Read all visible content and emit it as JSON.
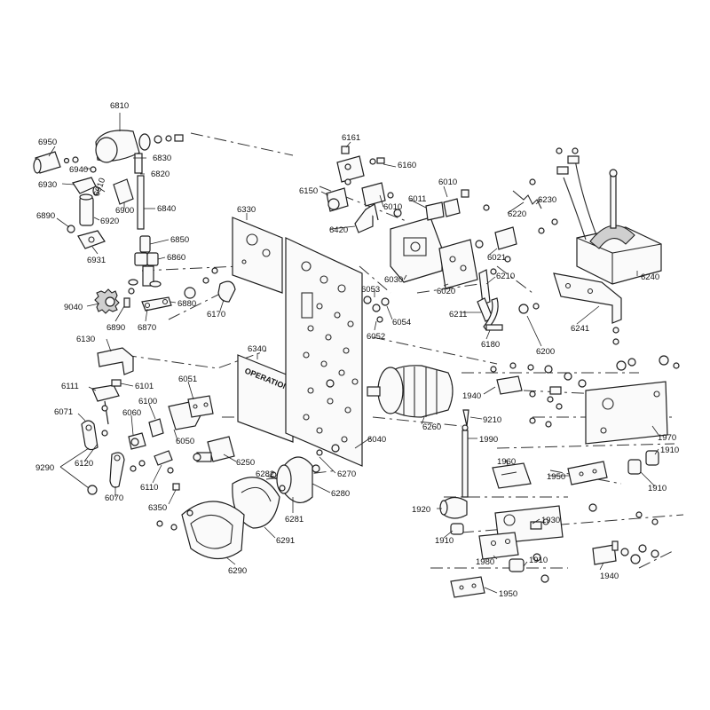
{
  "operation_text": "OPERATION",
  "labels": {
    "p6810": "6810",
    "p6950": "6950",
    "p6830": "6830",
    "p6940": "6940",
    "p6820": "6820",
    "p6930": "6930",
    "p6910": "6910",
    "p6900": "6900",
    "p6840": "6840",
    "p6920": "6920",
    "p6890a": "6890",
    "p6931": "6931",
    "p6850": "6850",
    "p6860": "6860",
    "p9040": "9040",
    "p6890b": "6890",
    "p6870": "6870",
    "p6880": "6880",
    "p6130": "6130",
    "p6111": "6111",
    "p6101": "6101",
    "p6071": "6071",
    "p6060": "6060",
    "p6100": "6100",
    "p6050": "6050",
    "p6051": "6051",
    "p9290": "9290",
    "p6120": "6120",
    "p6070": "6070",
    "p6110": "6110",
    "p6350": "6350",
    "p6250": "6250",
    "p6330": "6330",
    "p6340": "6340",
    "p6170": "6170",
    "p6161": "6161",
    "p6160": "6160",
    "p6150": "6150",
    "p6010a": "6010",
    "p6010b": "6010",
    "p6011": "6011",
    "p6420": "6420",
    "p6030": "6030",
    "p6020": "6020",
    "p6021": "6021",
    "p6220": "6220",
    "p6230": "6230",
    "p6210": "6210",
    "p6211": "6211",
    "p6180": "6180",
    "p6200": "6200",
    "p6240": "6240",
    "p6241": "6241",
    "p6053": "6053",
    "p6054": "6054",
    "p6052": "6052",
    "p6040": "6040",
    "p6260": "6260",
    "p6270": "6270",
    "p6282": "6282",
    "p6280": "6280",
    "p6281": "6281",
    "p6291": "6291",
    "p6290": "6290",
    "p1940a": "1940",
    "p9210": "9210",
    "p1990": "1990",
    "p1970": "1970",
    "p1910a": "1910",
    "p1910b": "1910",
    "p1960": "1960",
    "p1950a": "1950",
    "p1920": "1920",
    "p1930": "1930",
    "p1910c": "1910",
    "p1910d": "1910",
    "p1980": "1980",
    "p1940b": "1940",
    "p1950b": "1950"
  }
}
